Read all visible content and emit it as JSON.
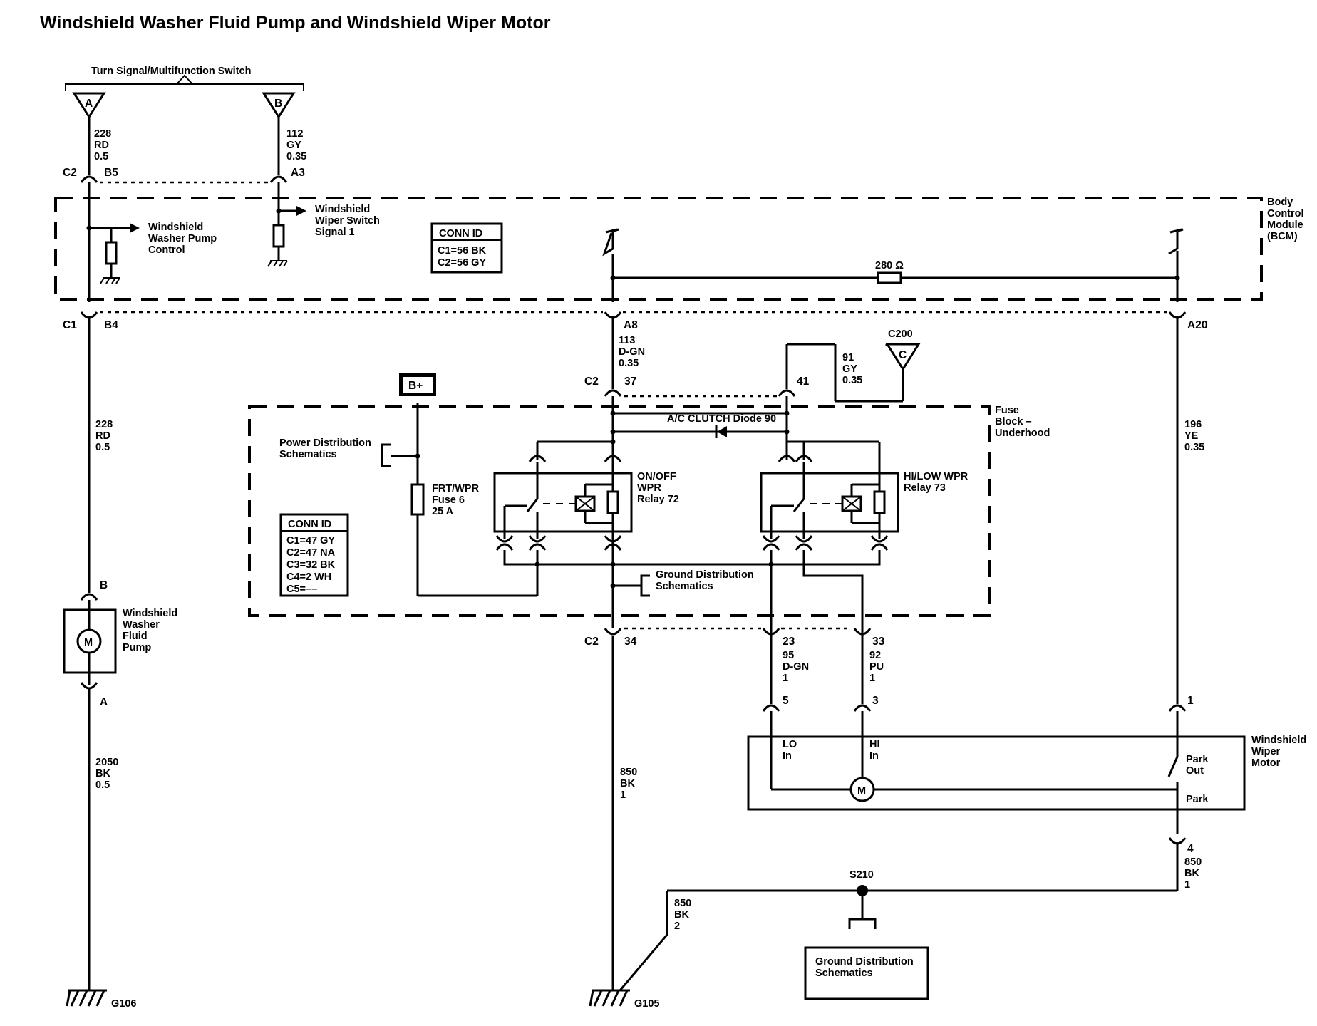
{
  "title": "Windshield Washer Fluid Pump and Windshield Wiper Motor",
  "switch": {
    "label": "Turn Signal/Multifunction Switch",
    "pin_a": "A",
    "pin_b": "B"
  },
  "wires": {
    "w228_top": [
      "228",
      "RD",
      "0.5"
    ],
    "w112": [
      "112",
      "GY",
      "0.35"
    ],
    "w228_mid": [
      "228",
      "RD",
      "0.5"
    ],
    "w2050": [
      "2050",
      "BK",
      "0.5"
    ],
    "w113": [
      "113",
      "D-GN",
      "0.35"
    ],
    "w91": [
      "91",
      "GY",
      "0.35"
    ],
    "w196": [
      "196",
      "YE",
      "0.35"
    ],
    "w95": [
      "95",
      "D-GN",
      "1"
    ],
    "w92": [
      "92",
      "PU",
      "1"
    ],
    "w850_left": [
      "850",
      "BK",
      "1"
    ],
    "w850_right": [
      "850",
      "BK",
      "1"
    ],
    "w850_bottom": [
      "850",
      "BK",
      "2"
    ]
  },
  "connectors": {
    "c2_top": "C2",
    "b5": "B5",
    "a3": "A3",
    "c1": "C1",
    "b4": "B4",
    "a8": "A8",
    "a20": "A20",
    "c2_fuse_top": "C2",
    "p37": "37",
    "p41": "41",
    "c2_fuse_bot": "C2",
    "p34": "34",
    "p23": "23",
    "p33": "33",
    "pump_b": "B",
    "pump_a": "A",
    "motor_5": "5",
    "motor_3": "3",
    "motor_1": "1",
    "motor_4": "4"
  },
  "bcm": {
    "label": [
      "Body",
      "Control",
      "Module",
      "(BCM)"
    ],
    "washer_ctrl": [
      "Windshield",
      "Washer Pump",
      "Control"
    ],
    "wiper_sig": [
      "Windshield",
      "Wiper Switch",
      "Signal 1"
    ],
    "conn_title": "CONN ID",
    "conn_rows": [
      "C1=56 BK",
      "C2=56 GY"
    ],
    "resistor": "280 Ω"
  },
  "c200": {
    "label": "C200",
    "pin": "C"
  },
  "fuse_block": {
    "label": [
      "Fuse",
      "Block –",
      "Underhood"
    ],
    "bplus": "B+",
    "power_dist": [
      "Power Distribution",
      "Schematics"
    ],
    "fuse": [
      "FRT/WPR",
      "Fuse 6",
      "25 A"
    ],
    "conn_title": "CONN ID",
    "conn_rows": [
      "C1=47 GY",
      "C2=47 NA",
      "C3=32 BK",
      "C4=2 WH",
      "C5=––"
    ],
    "diode": "A/C CLUTCH Diode 90",
    "relay1": [
      "ON/OFF",
      "WPR",
      "Relay 72"
    ],
    "relay2": [
      "HI/LOW WPR",
      "Relay 73"
    ],
    "ground_dist": [
      "Ground Distribution",
      "Schematics"
    ]
  },
  "pump": {
    "label": [
      "Windshield",
      "Washer",
      "Fluid",
      "Pump"
    ],
    "symbol": "M"
  },
  "motor": {
    "label": [
      "Windshield",
      "Wiper",
      "Motor"
    ],
    "lo": [
      "LO",
      "In"
    ],
    "hi": [
      "HI",
      "In"
    ],
    "park_out": [
      "Park",
      "Out"
    ],
    "park": "Park",
    "symbol": "M"
  },
  "splice": "S210",
  "ground_box": [
    "Ground Distribution",
    "Schematics"
  ],
  "grounds": {
    "g106": "G106",
    "g105": "G105"
  }
}
